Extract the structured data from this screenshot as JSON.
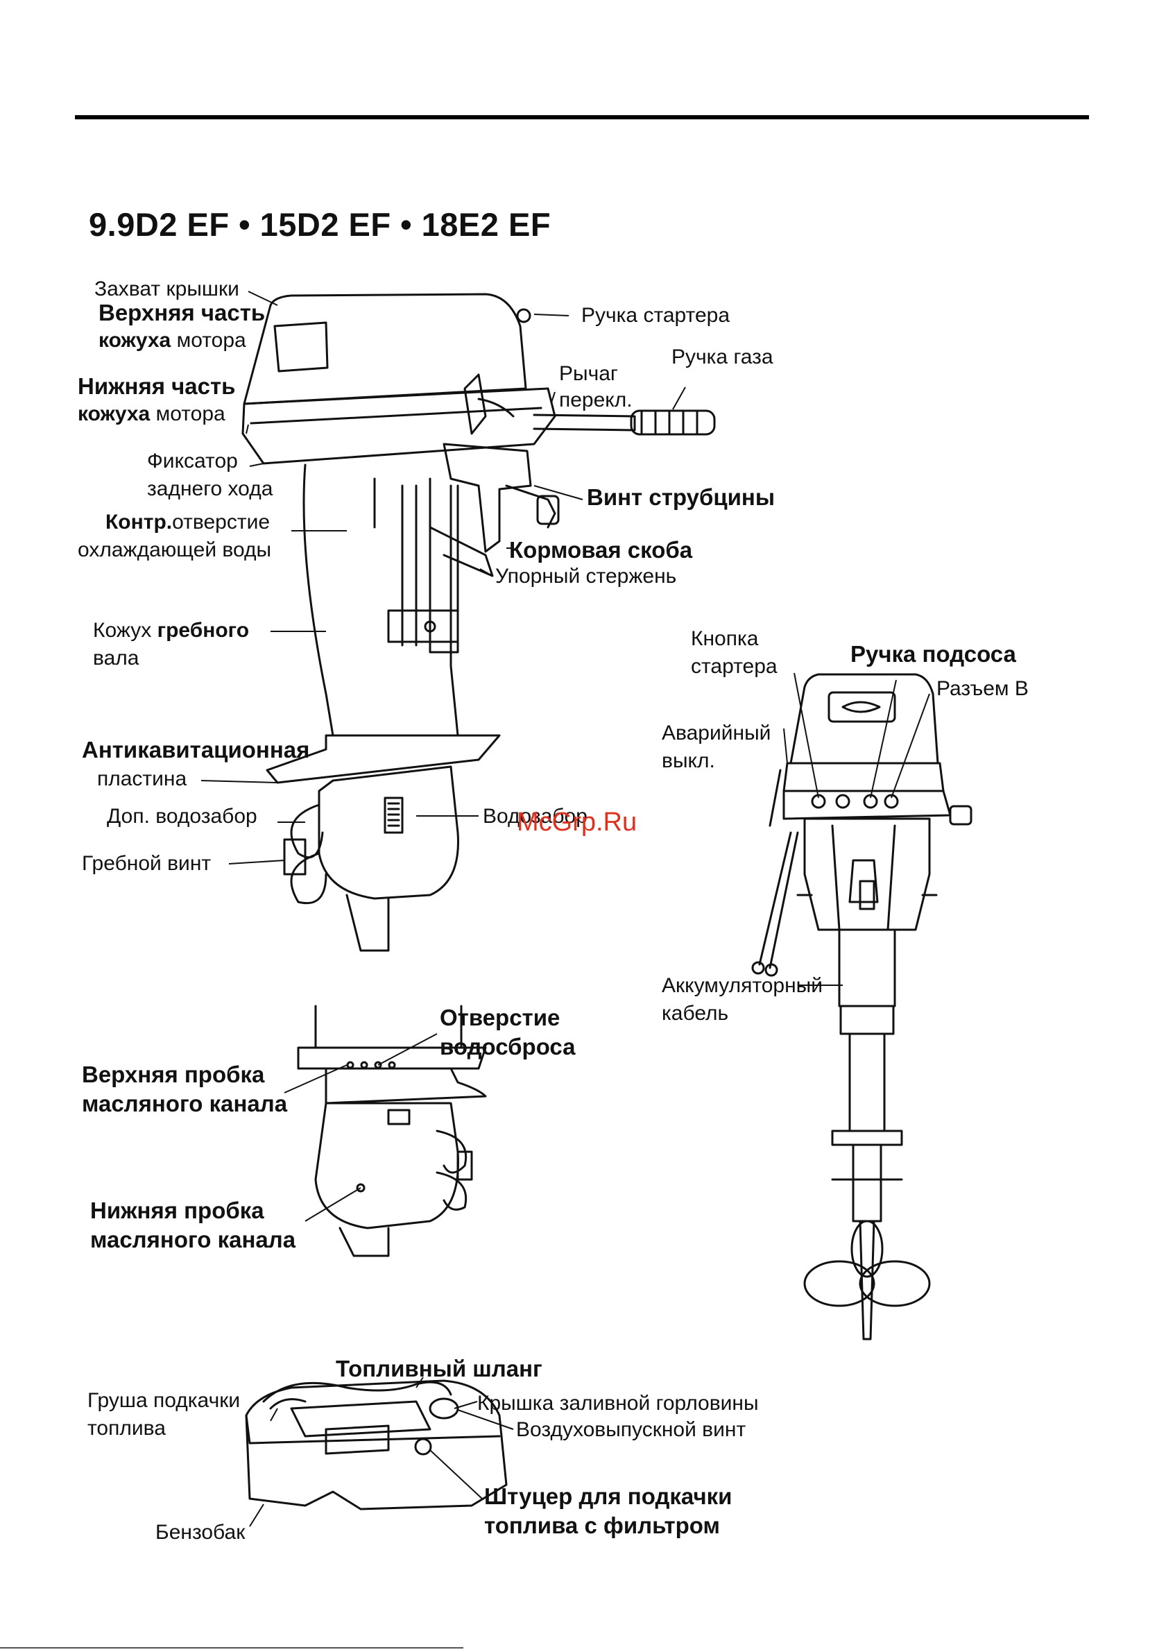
{
  "title": "9.9D2 EF • 15D2 EF • 18E2 EF",
  "watermark": "McGrp.Ru",
  "labels": {
    "cover_latch": "Захват крышки",
    "upper_cover_1": "Верхняя часть",
    "upper_cover_2b": "кожуха",
    "upper_cover_2": "мотора",
    "lower_cover_1": "Нижняя часть",
    "lower_cover_2b": "кожуха",
    "lower_cover_2": "мотора",
    "reverse_lock_1": "Фиксатор",
    "reverse_lock_2": "заднего хода",
    "pilot_hole_1b": "Контр.",
    "pilot_hole_1": "отверстие",
    "pilot_hole_2": "охлаждающей воды",
    "shaft_housing_1": "Кожух",
    "shaft_housing_1b": "гребного",
    "shaft_housing_2": "вала",
    "anticav_1": "Антикавитационная",
    "anticav_2": "пластина",
    "aux_intake": "Доп. водозабор",
    "propeller": "Гребной винт",
    "water_intake": "Водозабор",
    "starter_handle": "Ручка стартера",
    "throttle_grip": "Ручка газа",
    "shift_lever_1": "Рычаг",
    "shift_lever_2": "перекл.",
    "clamp_screw": "Винт струбцины",
    "clamp_bracket": "Кормовая скоба",
    "trim_rod": "Упорный стержень",
    "start_button_1": "Кнопка",
    "start_button_2": "стартера",
    "choke_knob": "Ручка подсоса",
    "connector_b": "Разъем B",
    "stop_switch_1": "Аварийный",
    "stop_switch_2": "выкл.",
    "battery_cable_1": "Аккумуляторный",
    "battery_cable_2": "кабель",
    "drain_hole_1": "Отверстие",
    "drain_hole_2": "водосброса",
    "upper_oil_plug_1": "Верхняя пробка",
    "upper_oil_plug_2": "масляного канала",
    "lower_oil_plug_1": "Нижняя пробка",
    "lower_oil_plug_2": "масляного канала",
    "fuel_hose": "Топливный шланг",
    "primer_bulb_1": "Груша подкачки",
    "primer_bulb_2": "топлива",
    "filler_cap": "Крышка заливной горловины",
    "air_vent_screw": "Воздуховыпускной винт",
    "fuel_joint_1": "Штуцер для подкачки",
    "fuel_joint_2": "топлива с фильтром",
    "fuel_tank": "Бензобак"
  }
}
